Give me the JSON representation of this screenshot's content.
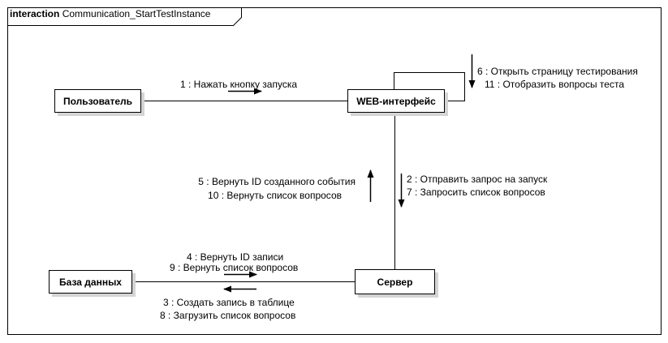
{
  "frame": {
    "keyword": "interaction",
    "name": "Communication_StartTestInstance"
  },
  "lifelines": {
    "user": "Пользователь",
    "web": "WEB-интерфейс",
    "db": "База данных",
    "server": "Сервер"
  },
  "messages": {
    "m1": "1 : Нажать кнопку запуска",
    "m6": "6 : Открыть страницу тестирования",
    "m11": "11 : Отобразить вопросы теста",
    "m5": "5 : Вернуть ID созданного события",
    "m10": "10 : Вернуть список вопросов",
    "m2": "2 : Отправить запрос на запуск",
    "m7": "7 : Запросить список вопросов",
    "m4": "4 : Вернуть ID записи",
    "m9": "9 : Вернуть список вопросов",
    "m3": "3 : Создать запись в таблице",
    "m8": "8 : Загрузить список вопросов"
  }
}
